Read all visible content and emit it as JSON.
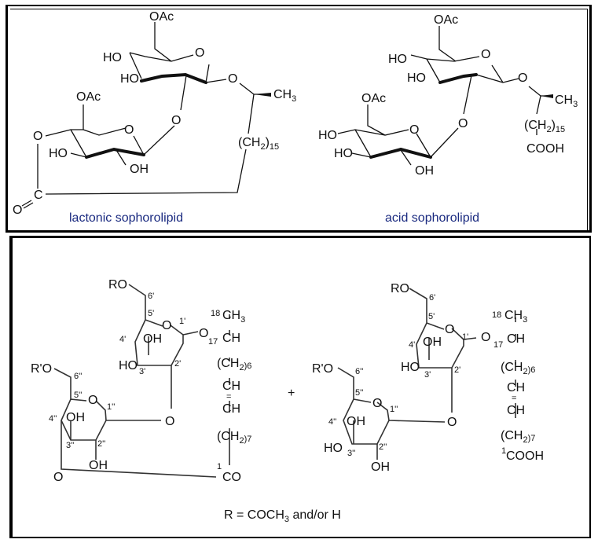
{
  "figure": {
    "top_panel": {
      "lactonic": {
        "caption": "lactonic sophorolipid",
        "labels": {
          "oac_top": "OAc",
          "ho_a": "HO",
          "ho_b": "HO",
          "ring_o_top": "O",
          "glyco_o": "O",
          "ch3": "CH",
          "ch3_sub": "3",
          "oac_low": "OAc",
          "bridge_o": "O",
          "ring_o_low": "O",
          "ester_o": "O",
          "ho_c": "HO",
          "oh_d": "OH",
          "ch2": "(CH",
          "ch2_sub": "2",
          "ch2_close": ")",
          "ch2_n": "15",
          "carbonyl_c": "C",
          "carbonyl_o": "O"
        }
      },
      "acid": {
        "caption": "acid sophorolipid",
        "labels": {
          "oac_top": "OAc",
          "ho_a": "HO",
          "ho_b": "HO",
          "ring_o_top": "O",
          "glyco_o": "O",
          "ch3": "CH",
          "ch3_sub": "3",
          "oac_low": "OAc",
          "bridge_o": "O",
          "ring_o_low": "O",
          "ho_c": "HO",
          "ho_e": "HO",
          "oh_d": "OH",
          "ch2": "(CH",
          "ch2_sub": "2",
          "ch2_close": ")",
          "ch2_n": "15",
          "cooh": "COOH"
        }
      }
    },
    "bottom_panel": {
      "plus_sign": "+",
      "footnote": {
        "prefix": "R = COCH",
        "sub": "3",
        "suffix": " and/or H"
      },
      "lactonic": {
        "ro": "RO",
        "c6p": "6'",
        "c5p": "5'",
        "ring_o1": "O",
        "c1p": "1'",
        "c4p": "4'",
        "oh1": "OH",
        "ho3": "HO",
        "c3p": "3'",
        "c2p": "2'",
        "glyco_o": "O",
        "c17": "17",
        "c18": "18",
        "ch3": "CH",
        "ch3_sub": "3",
        "ch": "CH",
        "ch2_6": "(CH",
        "ch2_6_sub": "2",
        "ch2_6_n": ")6",
        "ch_a": "CH",
        "dbl": "=",
        "ch_b": "CH",
        "ch2_7": "(CH",
        "ch2_7_sub": "2",
        "ch2_7_n": ")7",
        "rpo": "R'O",
        "c6pp": "6''",
        "c5pp": "5''",
        "ring_o2": "O",
        "c1pp": "1''",
        "c4pp": "4''",
        "oh2": "OH",
        "c3pp": "3''",
        "c2pp": "2''",
        "oh3": "OH",
        "bridge_o": "O",
        "lactone_o": "O",
        "c1": "1",
        "co": "CO"
      },
      "acid": {
        "ro": "RO",
        "c6p": "6'",
        "c5p": "5'",
        "ring_o1": "O",
        "c1p": "1'",
        "c4p": "4'",
        "oh1": "OH",
        "ho3": "HO",
        "c3p": "3'",
        "c2p": "2'",
        "glyco_o": "O",
        "c17": "17",
        "c18": "18",
        "ch3": "CH",
        "ch3_sub": "3",
        "ch": "CH",
        "ch2_6": "(CH",
        "ch2_6_sub": "2",
        "ch2_6_n": ")6",
        "ch_a": "CH",
        "dbl": "=",
        "ch_b": "CH",
        "ch2_7": "(CH",
        "ch2_7_sub": "2",
        "ch2_7_n": ")7",
        "rpo": "R'O",
        "c6pp": "6''",
        "c5pp": "5''",
        "ring_o2": "O",
        "c1pp": "1''",
        "c4pp": "4''",
        "oh2": "OH",
        "ho3pp": "HO",
        "c3pp": "3''",
        "c2pp": "2''",
        "oh3": "OH",
        "bridge_o": "O",
        "c1": "1",
        "cooh": "COOH"
      }
    },
    "colors": {
      "caption": "#1a2a80",
      "line": "#111111"
    }
  }
}
